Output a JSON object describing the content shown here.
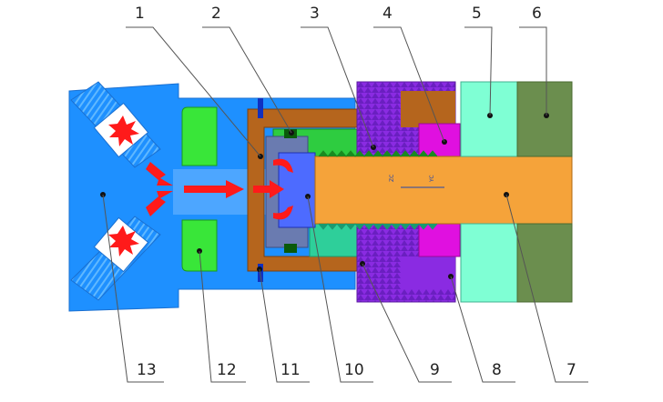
{
  "figure": {
    "part_numbers_top": [
      "1",
      "2",
      "3",
      "4",
      "5",
      "6"
    ],
    "part_numbers_bottom": [
      "13",
      "12",
      "11",
      "10",
      "9",
      "8",
      "7"
    ],
    "axis_marks": [
      "ZC",
      "YC"
    ]
  },
  "colors": {
    "body_blue": "#1e90ff",
    "threaded_port": "#2aa0ff",
    "green_ring": "#39e639",
    "brown_sleeve": "#b5651d",
    "green_nut": "#2ecc40",
    "teal_spring": "#2ecf9a",
    "slate_piston": "#6a7bb0",
    "purple_cap": "#8a2be2",
    "magenta_ring": "#e010e0",
    "orange_shaft": "#f5a33a",
    "aqua_block": "#7fffd4",
    "olive_block": "#6b8e4e",
    "flow_arrow": "#ff1a1a",
    "leader_line": "#555555"
  },
  "icons": [
    "burst-icon",
    "flow-arrow-icon"
  ]
}
